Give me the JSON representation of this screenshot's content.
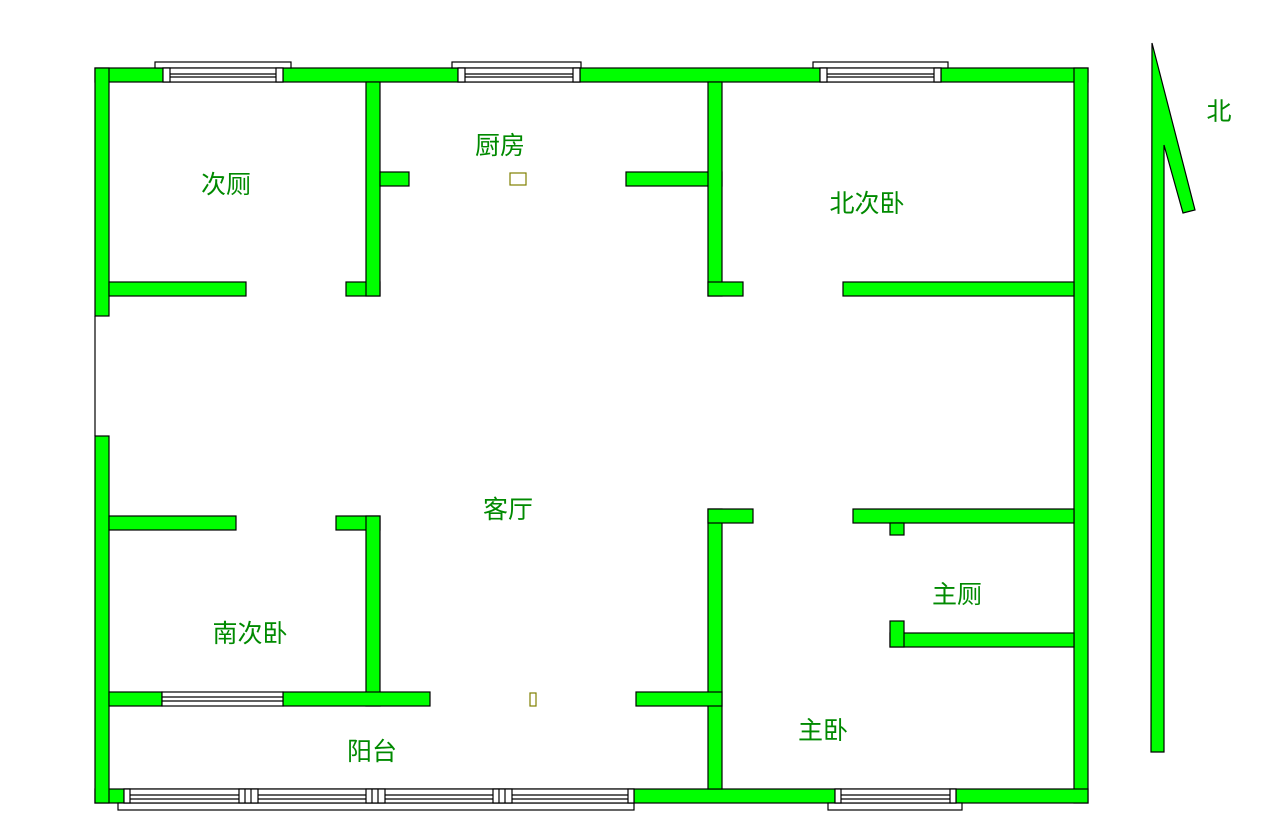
{
  "rooms": {
    "secondary_bathroom": "次厕",
    "kitchen": "厨房",
    "north_bedroom": "北次卧",
    "living_room": "客厅",
    "master_bathroom": "主厕",
    "south_bedroom": "南次卧",
    "balcony": "阳台",
    "master_bedroom": "主卧"
  },
  "compass": {
    "north_label": "北"
  },
  "colors": {
    "wall": "#00ff00",
    "label": "#008a00"
  }
}
